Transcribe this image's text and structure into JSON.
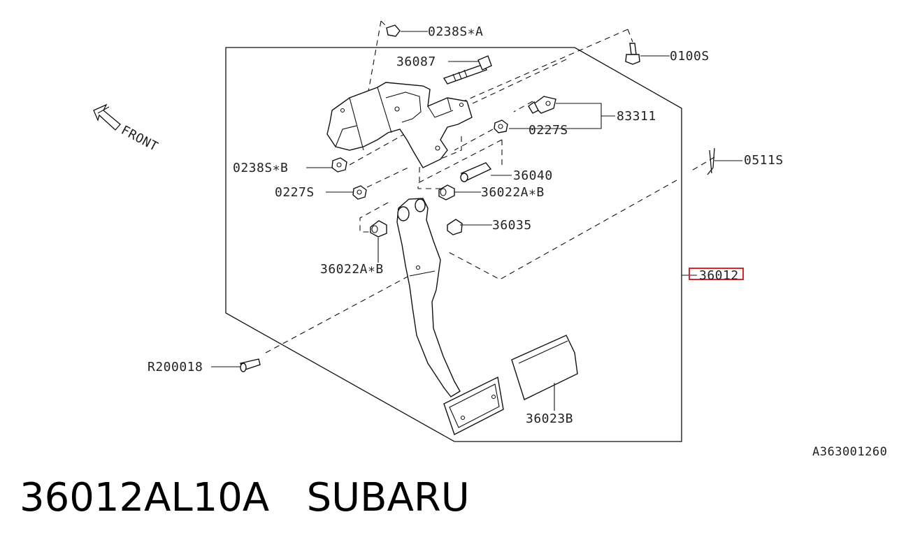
{
  "callouts": {
    "c0238SA": "0238S∗A",
    "c36087": "36087",
    "c0100S": "0100S",
    "c83311": "83311",
    "c0227S_top": "0227S",
    "c0511S": "0511S",
    "c0238SB": "0238S∗B",
    "c36040": "36040",
    "c0227S_left": "0227S",
    "c36022AB_right": "36022A∗B",
    "c36035": "36035",
    "c36022AB_left": "36022A∗B",
    "c36012": "36012",
    "cR200018": "R200018",
    "c36023B": "36023B"
  },
  "front_label": "FRONT",
  "diagram_code": "A363001260",
  "part_number": "36012AL10A",
  "brand": "SUBARU",
  "highlight_color": "#e0202a"
}
